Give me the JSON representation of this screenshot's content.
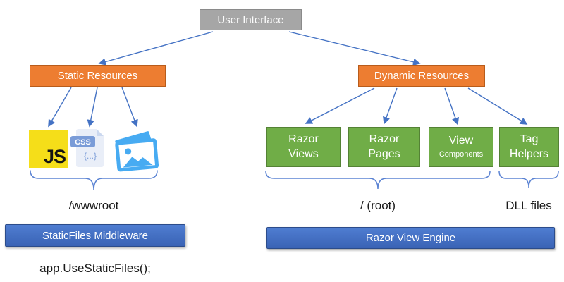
{
  "root_box": {
    "label": "User Interface"
  },
  "static_branch": {
    "header": "Static Resources",
    "js_icon_label": "JS",
    "css_icon_badge": "CSS",
    "css_icon_symbol": "{...}",
    "group_label": "/wwwroot",
    "engine_label": "StaticFiles Middleware",
    "code_line": "app.UseStaticFiles();"
  },
  "dynamic_branch": {
    "header": "Dynamic Resources",
    "boxes": [
      {
        "line1": "Razor",
        "line2": "Views"
      },
      {
        "line1": "Razor",
        "line2": "Pages"
      },
      {
        "line1": "View",
        "line2": "Components"
      },
      {
        "line1": "Tag",
        "line2": "Helpers"
      }
    ],
    "group_label": "/ (root)",
    "dll_label": "DLL files",
    "engine_label": "Razor View Engine"
  },
  "colors": {
    "gray_box": "#A6A6A6",
    "orange_box": "#ED7D31",
    "green_box": "#70AD47",
    "green_border": "#548235",
    "blue_box": "#3F68BA",
    "connector_blue": "#4472C4",
    "js_yellow": "#F5DE19",
    "css_blue": "#7A9CD8",
    "image_blue": "#47ABF2"
  }
}
